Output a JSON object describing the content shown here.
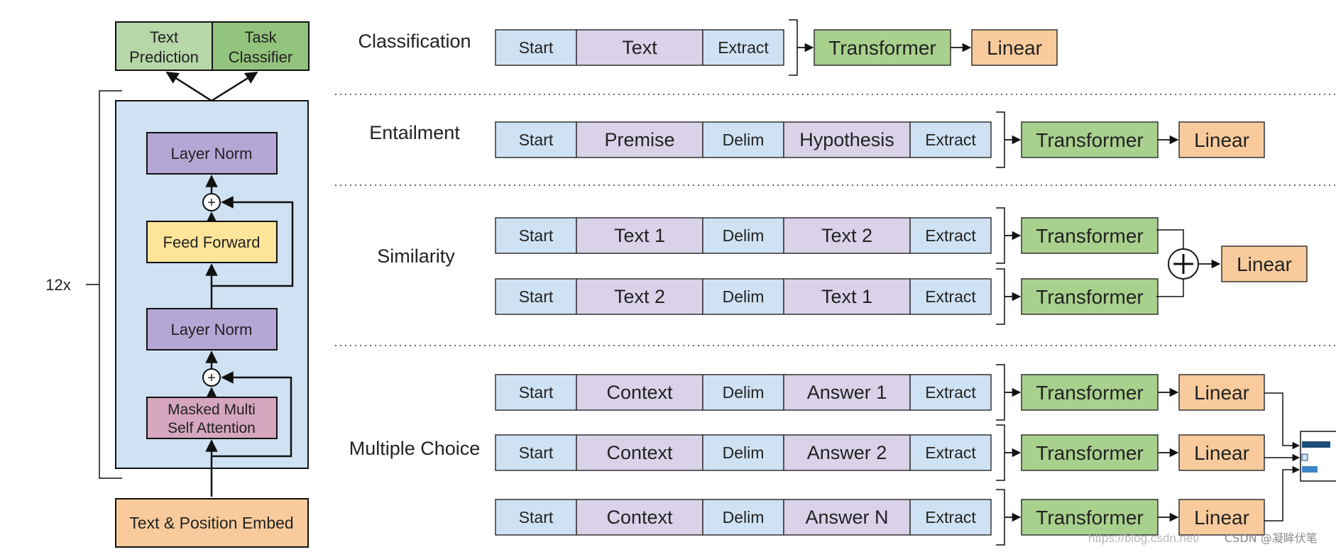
{
  "architecture": {
    "heads": [
      "Text Prediction",
      "Task Classifier"
    ],
    "repeat": "12x",
    "layer_norm_top": "Layer Norm",
    "feed_forward": "Feed Forward",
    "layer_norm_bottom": "Layer Norm",
    "attention": "Masked Multi Self Attention",
    "embed": "Text & Position Embed",
    "plus": "+"
  },
  "tasks": [
    {
      "name": "Classification",
      "rows": [
        [
          "Start",
          "Text",
          "Extract"
        ]
      ]
    },
    {
      "name": "Entailment",
      "rows": [
        [
          "Start",
          "Premise",
          "Delim",
          "Hypothesis",
          "Extract"
        ]
      ]
    },
    {
      "name": "Similarity",
      "rows": [
        [
          "Start",
          "Text 1",
          "Delim",
          "Text 2",
          "Extract"
        ],
        [
          "Start",
          "Text 2",
          "Delim",
          "Text 1",
          "Extract"
        ]
      ]
    },
    {
      "name": "Multiple Choice",
      "rows": [
        [
          "Start",
          "Context",
          "Delim",
          "Answer 1",
          "Extract"
        ],
        [
          "Start",
          "Context",
          "Delim",
          "Answer 2",
          "Extract"
        ],
        [
          "Start",
          "Context",
          "Delim",
          "Answer N",
          "Extract"
        ]
      ]
    }
  ],
  "labels": {
    "transformer": "Transformer",
    "linear": "Linear",
    "plus": "+"
  },
  "watermark": {
    "url": "https://blog.csdn.net/",
    "credit": "CSDN @凝眸伏笔"
  },
  "colors": {
    "start": "#cfe2f3",
    "segment": "#d9d2e9",
    "delim": "#cfe2f3",
    "transformer": "#a9d18e",
    "linear": "#f9cb9c",
    "layer_norm": "#b4a7d6",
    "feed_forward": "#ffe599",
    "attention": "#d5a6bd",
    "block_bg": "#cfe2f3",
    "text_pred": "#b6d7a8",
    "task_cls": "#93c47d",
    "bar_dark": "#1f4e79",
    "bar_light": "#3d85c6"
  }
}
